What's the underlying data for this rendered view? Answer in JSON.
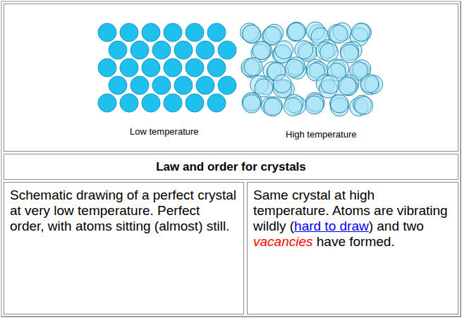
{
  "diagram": {
    "title": "Law and order for crystals",
    "nodes": [
      {
        "text": [
          "Schematic drawing of a perfect crystal at very low temperature. Perfect order, with atoms sitting (almost) still."
        ]
      },
      {
        "text": [
          "Same crystal at high temperature. Atoms are vibrating wildly (hard to draw) and two vacancies have formed."
        ]
      }
    ],
    "labels": [
      "Low temperature",
      "High temperature"
    ]
  }
}
